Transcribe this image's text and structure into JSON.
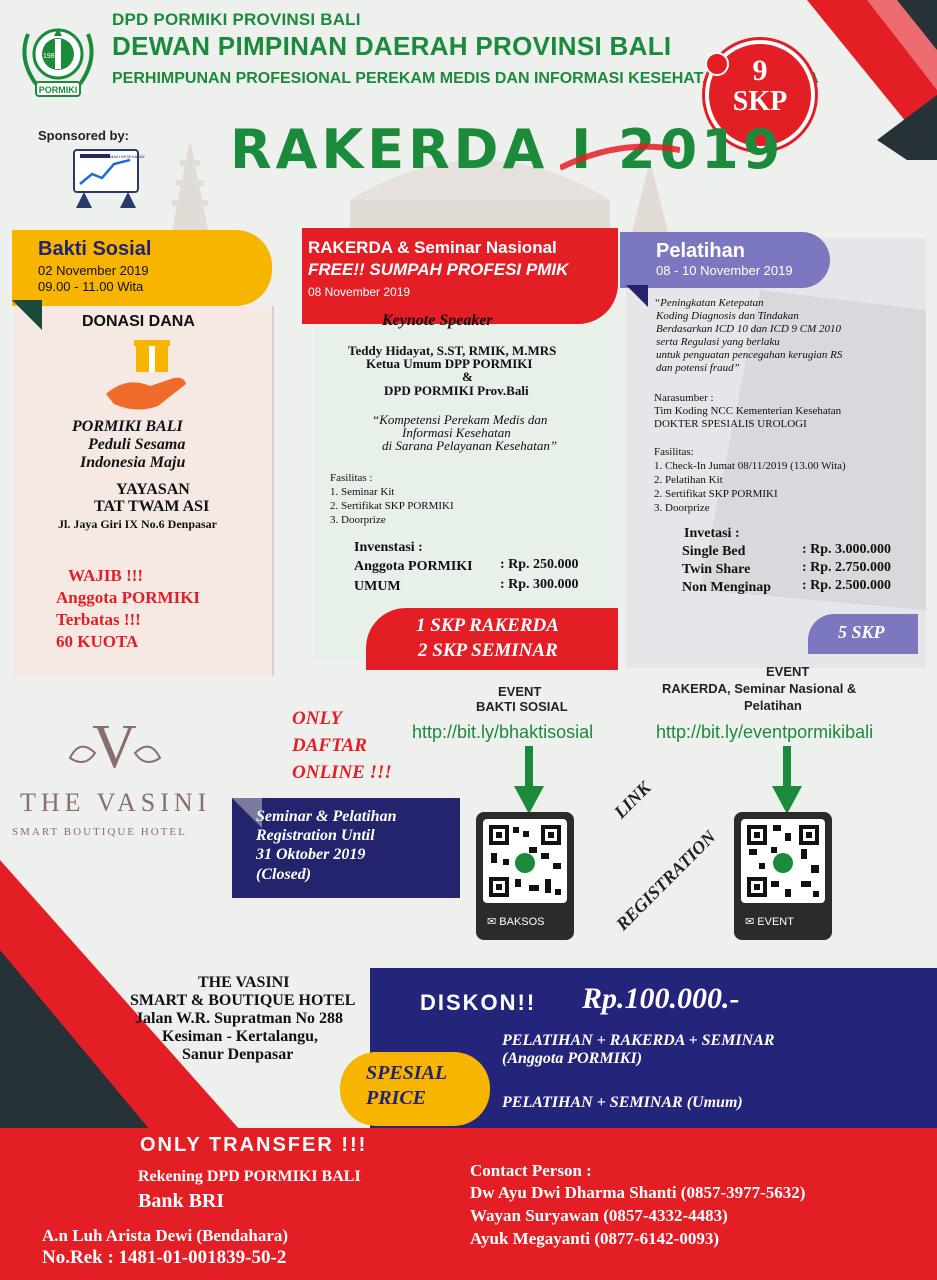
{
  "header": {
    "line1": "DPD PORMIKI PROVINSI BALI",
    "line2": "DEWAN PIMPINAN DAERAH PROVINSI BALI",
    "line3": "PERHIMPUNAN PROFESIONAL PEREKAM MEDIS DAN INFORMASI KESEHATAN INDONESIA",
    "logo_text": "PORMIKI",
    "logo_year": "1989"
  },
  "sponsor": {
    "label": "Sponsored by:",
    "sponsor_name": "MEDIA INFORMASI KESEHATAN"
  },
  "title": "RAKERDA I 2019",
  "skp_badge": {
    "number": "9",
    "unit": "SKP"
  },
  "bakti": {
    "title": "Bakti Sosial",
    "date": "02 November 2019",
    "time": "09.00 - 11.00 Wita",
    "donasi": "DONASI DANA",
    "line1": "PORMIKI BALI",
    "line2": "Peduli Sesama",
    "line3": "Indonesia Maju",
    "yayasan1": "YAYASAN",
    "yayasan2": "TAT TWAM ASI",
    "address": "Jl. Jaya Giri IX No.6 Denpasar",
    "wajib1": "WAJIB !!!",
    "wajib2": "Anggota  PORMIKI",
    "wajib3": "Terbatas !!!",
    "wajib4": "60 KUOTA"
  },
  "seminar": {
    "title": "RAKERDA & Seminar Nasional",
    "subtitle": "FREE!! SUMPAH PROFESI PMIK",
    "date": "08 November 2019",
    "keynote": "Keynote Speaker",
    "speaker1": "Teddy Hidayat, S.ST, RMIK, M.MRS",
    "speaker2": "Ketua Umum DPP PORMIKI",
    "amp": "&",
    "speaker3": "DPD PORMIKI Prov.Bali",
    "theme1": "“Kompetensi Perekam Medis dan",
    "theme2": "Informasi Kesehatan",
    "theme3": "di Sarana Pelayanan Kesehatan”",
    "fasilitas": "Fasilitas :",
    "fas1": "1. Seminar Kit",
    "fas2": "2. Sertifikat SKP PORMIKI",
    "fas3": "3. Doorprize",
    "investasi": "Invenstasi :",
    "price1_label": "Anggota PORMIKI",
    "price1": ": Rp. 250.000",
    "price2_label": "UMUM",
    "price2": ": Rp. 300.000",
    "skp1": "1 SKP RAKERDA",
    "skp2": "2 SKP SEMINAR"
  },
  "pelatihan": {
    "title": "Pelatihan",
    "date": "08 - 10 November 2019",
    "q1": "“Peningkatan Ketepatan",
    "q2": "Koding Diagnosis dan Tindakan",
    "q3": "Berdasarkan ICD 10 dan ICD 9 CM 2010",
    "q4": "serta Regulasi yang berlaku",
    "q5": "untuk penguatan pencegahan kerugian RS",
    "q6": "dan potensi fraud”",
    "nara": "Narasumber :",
    "nara1": "Tim Koding NCC Kementerian Kesehatan",
    "nara2": "DOKTER SPESIALIS UROLOGI",
    "fasilitas": "Fasilitas:",
    "fas1": "1. Check-In Jumat 08/11/2019 (13.00 Wita)",
    "fas2": "2. Pelatihan Kit",
    "fas3": "2. Sertifikat SKP PORMIKI",
    "fas4": "3. Doorprize",
    "investasi": "Invetasi :",
    "r1_label": "Single Bed",
    "r1": ": Rp. 3.000.000",
    "r2_label": "Twin Share",
    "r2": ": Rp. 2.750.000",
    "r3_label": "Non Menginap",
    "r3": ": Rp. 2.500.000",
    "skp": "5 SKP"
  },
  "registration": {
    "only1": "ONLY",
    "only2": "DAFTAR",
    "only3": "ONLINE !!!",
    "event1_t1": "EVENT",
    "event1_t2": "BAKTI SOSIAL",
    "event1_link": "http://bit.ly/bhaktisosial",
    "event2_t1": "EVENT",
    "event2_t2": "RAKERDA, Seminar Nasional &",
    "event2_t3": "Pelatihan",
    "event2_link": "http://bit.ly/eventpormikibali",
    "qr1_label": "BAKSOS",
    "qr2_label": "EVENT",
    "link_reg1": "LINK",
    "link_reg2": "REGISTRATION",
    "until1": "Seminar & Pelatihan",
    "until2": "Registration Until",
    "until3": "31 Oktober 2019",
    "until4": "(Closed)"
  },
  "hotel": {
    "logo_letter": "V",
    "logo_name": "THE VASINI",
    "logo_sub": "SMART BOUTIQUE HOTEL",
    "name1": "THE VASINI",
    "name2": "SMART & BOUTIQUE HOTEL",
    "addr1": "Jalan W.R. Supratman No 288",
    "addr2": "Kesiman - Kertalangu,",
    "addr3": "Sanur Denpasar"
  },
  "diskon": {
    "label": "DISKON!!",
    "amount": "Rp.100.000.-",
    "pkg1a": "PELATIHAN + RAKERDA + SEMINAR",
    "pkg1b": "(Anggota PORMIKI)",
    "pkg2": "PELATIHAN + SEMINAR (Umum)",
    "special1": "SPESIAL",
    "special2": "PRICE"
  },
  "footer": {
    "only": "ONLY TRANSFER !!!",
    "rek": "Rekening DPD PORMIKI BALI",
    "bank": "Bank BRI",
    "an": "A.n Luh Arista Dewi (Bendahara)",
    "norek": "No.Rek : 1481-01-001839-50-2",
    "contact": "Contact Person :",
    "c1": "Dw Ayu Dwi Dharma Shanti (0857-3977-5632)",
    "c2": "Wayan Suryawan (0857-4332-4483)",
    "c3": "Ayuk Megayanti (0877-6142-0093)"
  },
  "colors": {
    "green": "#1b8a3a",
    "red": "#e31e24",
    "navy": "#24246e",
    "yellow": "#f7b500",
    "purple": "#7b78bf"
  }
}
